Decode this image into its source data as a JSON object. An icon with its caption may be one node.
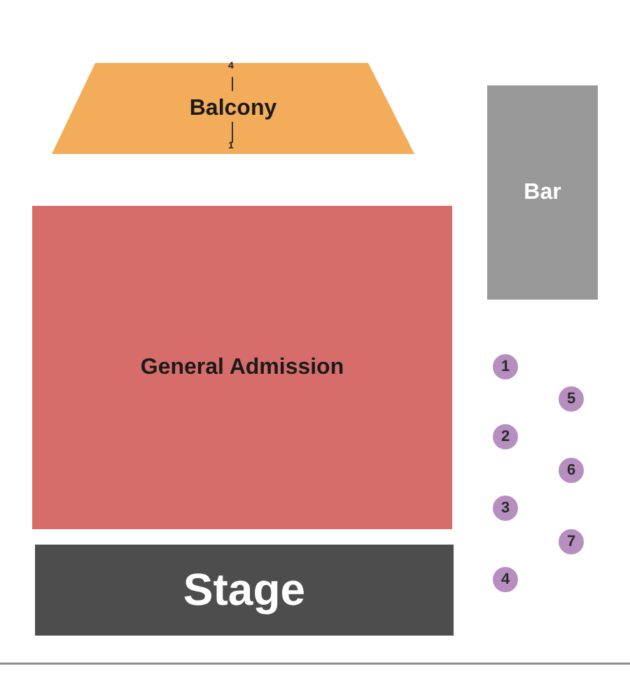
{
  "diagram": {
    "nodes": [
      {
        "text": [
          "Balcony"
        ]
      },
      {
        "text": [
          "Bar"
        ]
      },
      {
        "text": [
          "General Admission"
        ]
      },
      {
        "text": [
          "1"
        ]
      },
      {
        "text": [
          "5"
        ]
      },
      {
        "text": [
          "2"
        ]
      },
      {
        "text": [
          "6"
        ]
      },
      {
        "text": [
          "3"
        ]
      },
      {
        "text": [
          "7"
        ]
      },
      {
        "text": [
          "Stage"
        ]
      },
      {
        "text": [
          "4"
        ]
      }
    ],
    "labels": [
      "4",
      "1"
    ]
  }
}
